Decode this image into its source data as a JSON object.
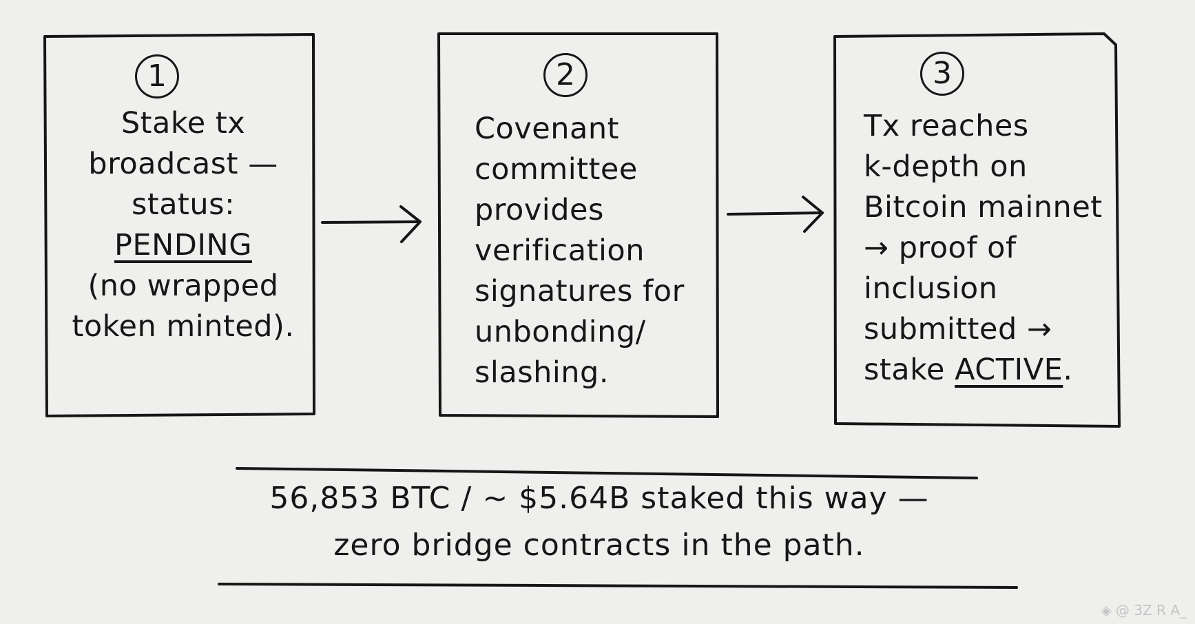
{
  "steps": [
    {
      "number": "1",
      "lines": [
        "Stake tx",
        "broadcast —",
        "status:"
      ],
      "status": "PENDING",
      "after_lines": [
        "(no wrapped",
        "token minted)."
      ]
    },
    {
      "number": "2",
      "lines": [
        "Covenant",
        "committee",
        "provides",
        "verification",
        "signatures for",
        "unbonding/",
        "slashing."
      ]
    },
    {
      "number": "3",
      "lines": [
        "Tx reaches",
        "k-depth on",
        "Bitcoin mainnet",
        "→ proof of",
        "inclusion",
        "submitted →"
      ],
      "final_prefix": "stake ",
      "status": "ACTIVE",
      "final_suffix": "."
    }
  ],
  "summary": {
    "line1": "56,853 BTC / ~ $5.64B staked this way —",
    "line2": "zero bridge contracts in the path."
  },
  "watermark": {
    "icon": "diamond-logo-icon",
    "text": "@ 3Z R A_"
  }
}
